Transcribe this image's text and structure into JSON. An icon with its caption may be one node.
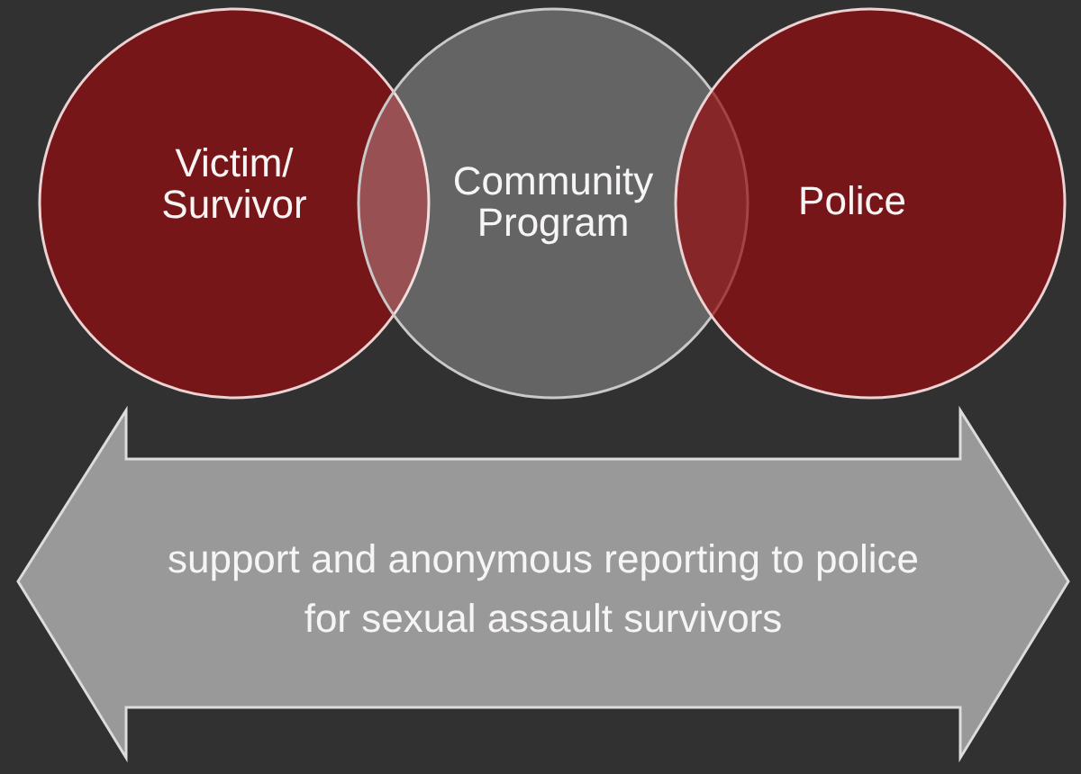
{
  "diagram": {
    "nodes": [
      {
        "text": [
          "Victim/ Survivor"
        ]
      },
      {
        "text": [
          "Community Program"
        ]
      },
      {
        "text": [
          "Police"
        ]
      },
      {
        "text": [
          "support and anonymous reporting to police for sexual assault survivors"
        ]
      }
    ]
  }
}
